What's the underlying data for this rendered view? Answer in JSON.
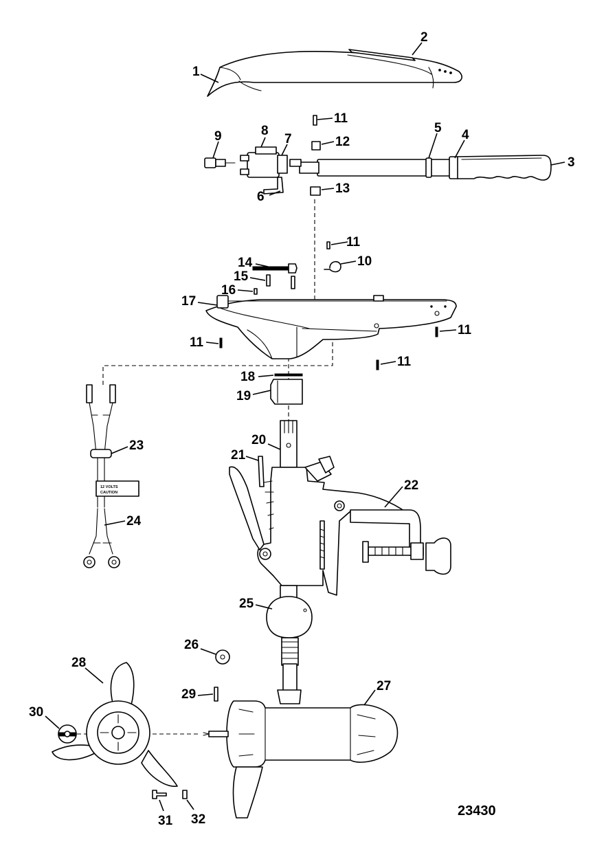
{
  "figure_number": "23430",
  "decal_labels": [
    "12 VOLTS",
    "CAUTION"
  ],
  "callouts": [
    "1",
    "2",
    "3",
    "4",
    "5",
    "6",
    "7",
    "8",
    "9",
    "10",
    "11",
    "12",
    "13",
    "14",
    "15",
    "16",
    "17",
    "18",
    "19",
    "20",
    "21",
    "22",
    "23",
    "24",
    "25",
    "26",
    "27",
    "28",
    "29",
    "30",
    "31",
    "32"
  ]
}
